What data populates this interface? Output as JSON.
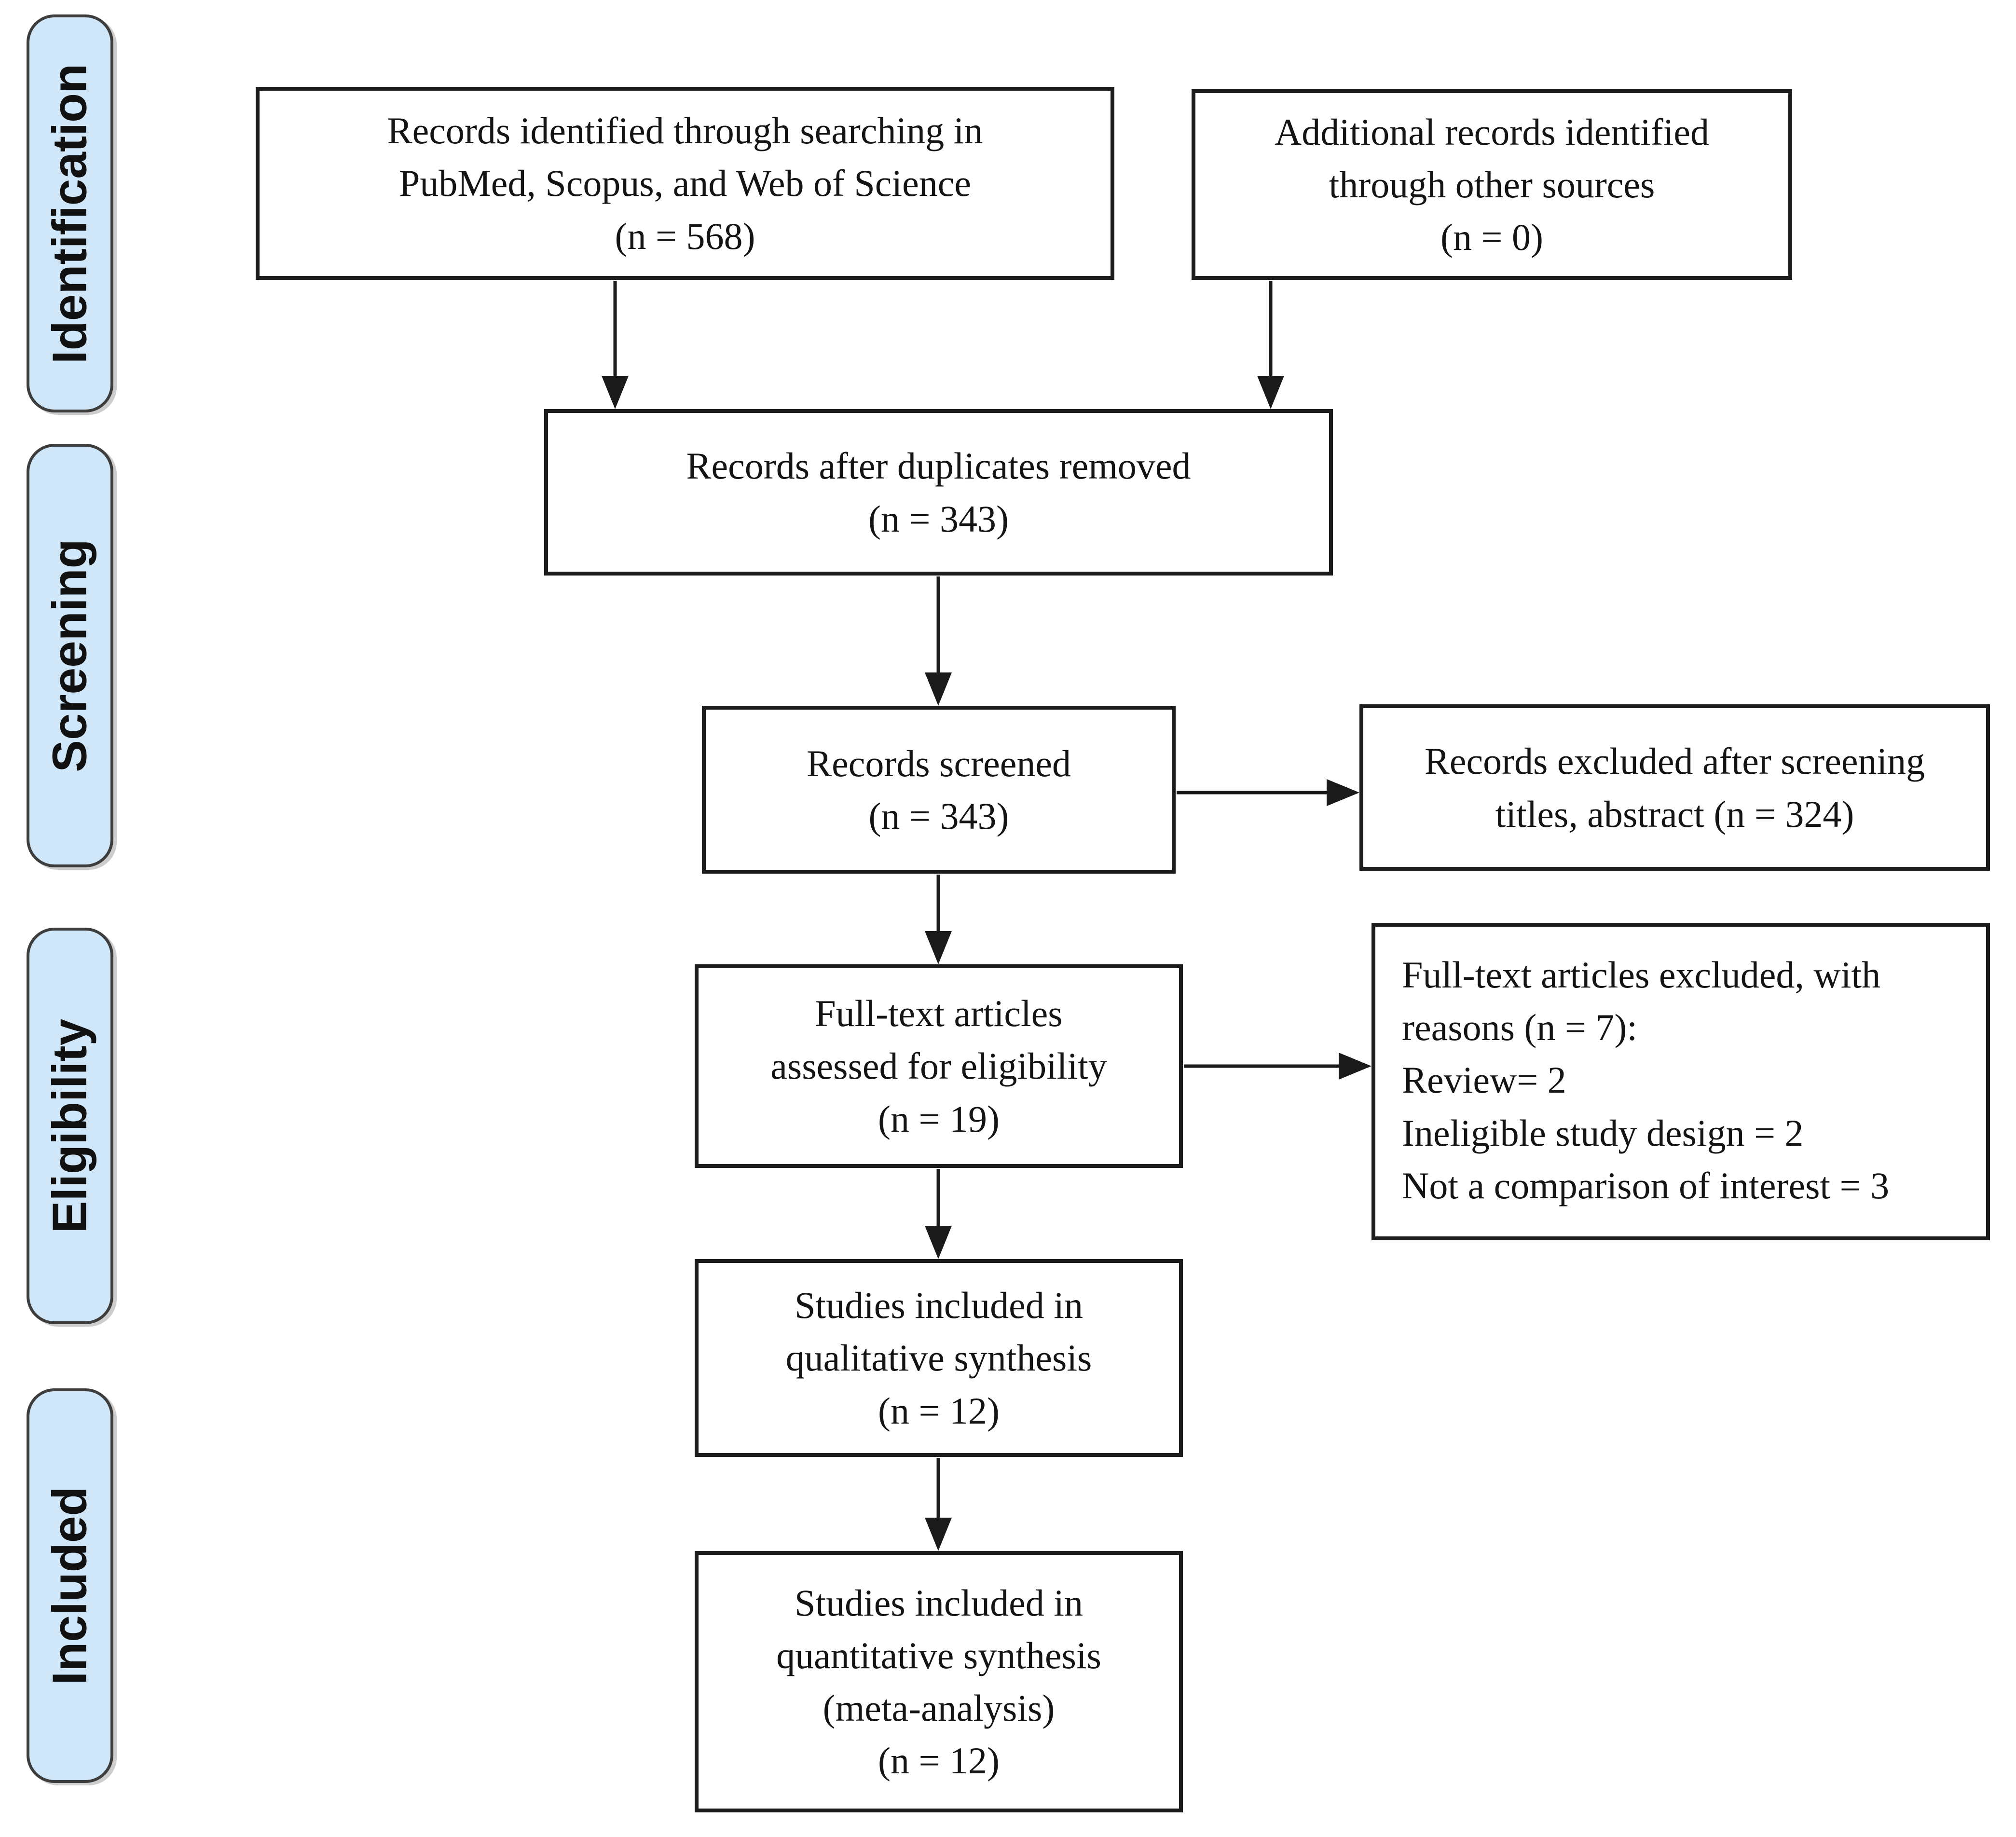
{
  "colors": {
    "background": "#ffffff",
    "stage_fill": "#cfe7f9",
    "stage_border": "#3d3d3d",
    "box_border": "#1c1c1c",
    "text": "#141414",
    "arrow": "#1a1a1a"
  },
  "stages": [
    {
      "id": "identification",
      "label": "Identification"
    },
    {
      "id": "screening",
      "label": "Screening"
    },
    {
      "id": "eligibility",
      "label": "Eligibility"
    },
    {
      "id": "included",
      "label": "Included"
    }
  ],
  "boxes": {
    "records_identified": {
      "label": "Records identified through searching in\nPubMed, Scopus, and Web of Science\n(n = 568)"
    },
    "additional_records": {
      "label": "Additional records identified\nthrough other sources\n(n = 0)"
    },
    "duplicates_removed": {
      "label": "Records after duplicates removed\n(n = 343)"
    },
    "records_screened": {
      "label": "Records screened\n(n = 343)"
    },
    "records_excluded": {
      "label": "Records excluded after screening\ntitles, abstract (n = 324)"
    },
    "fulltext_assessed": {
      "label": "Full-text articles\nassessed for eligibility\n(n = 19)"
    },
    "fulltext_excluded": {
      "label": "Full-text articles excluded, with\nreasons (n = 7):\nReview= 2\nIneligible study design = 2\nNot a comparison of interest = 3"
    },
    "qualitative": {
      "label": "Studies included in\nqualitative synthesis\n(n = 12)"
    },
    "quantitative": {
      "label": "Studies included in\nquantitative synthesis\n(meta-analysis)\n(n = 12)"
    }
  },
  "edges": [
    {
      "from": "records_identified",
      "to": "duplicates_removed"
    },
    {
      "from": "additional_records",
      "to": "duplicates_removed"
    },
    {
      "from": "duplicates_removed",
      "to": "records_screened"
    },
    {
      "from": "records_screened",
      "to": "records_excluded"
    },
    {
      "from": "records_screened",
      "to": "fulltext_assessed"
    },
    {
      "from": "fulltext_assessed",
      "to": "fulltext_excluded"
    },
    {
      "from": "fulltext_assessed",
      "to": "qualitative"
    },
    {
      "from": "qualitative",
      "to": "quantitative"
    }
  ]
}
